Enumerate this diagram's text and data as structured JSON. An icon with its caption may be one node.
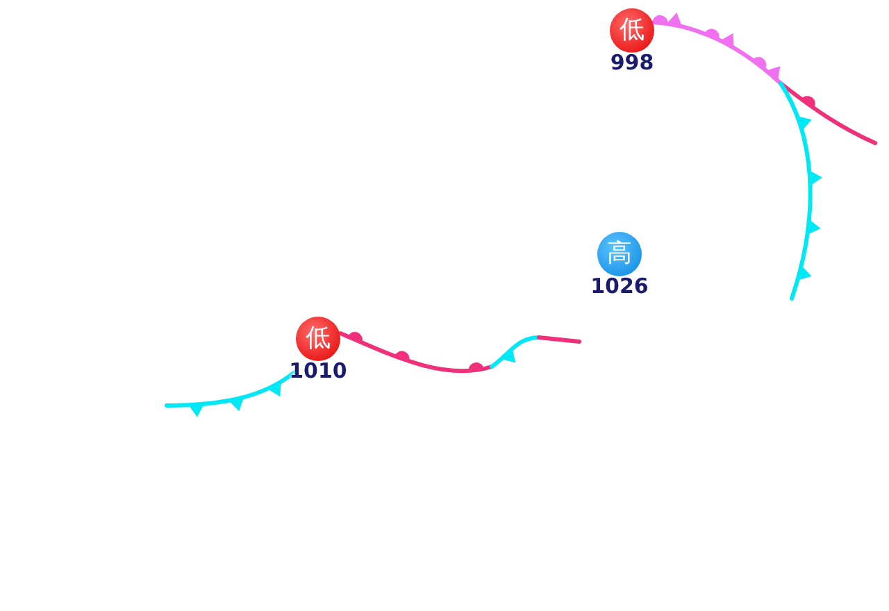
{
  "diagram": {
    "nodes": [
      {
        "text": [
          "低"
        ],
        "beside": [
          "998"
        ]
      },
      {
        "text": [
          "高"
        ],
        "beside": [
          "1026"
        ]
      },
      {
        "text": [
          "低"
        ],
        "beside": [
          "1010"
        ]
      }
    ]
  }
}
